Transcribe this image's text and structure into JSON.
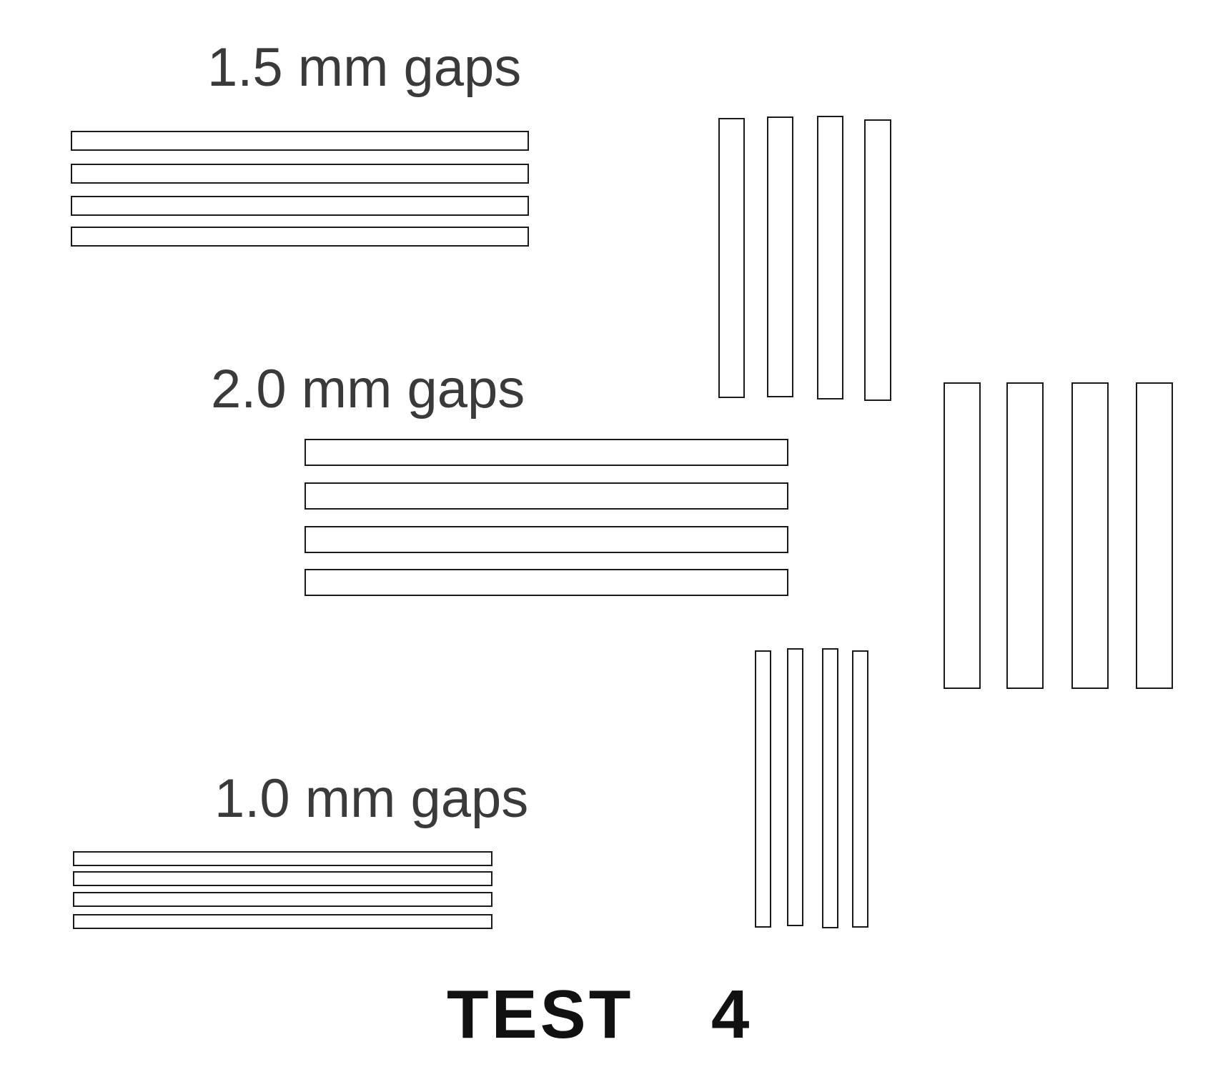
{
  "labels": {
    "gap_1_5": "1.5 mm gaps",
    "gap_2_0": "2.0 mm gaps",
    "gap_1_0": "1.0 mm gaps"
  },
  "title": {
    "text": "TEST",
    "number": "4"
  },
  "colors": {
    "background": "#ffffff",
    "stroke": "#1a1a1a",
    "label": "#3a3a3a",
    "title": "#111111"
  }
}
